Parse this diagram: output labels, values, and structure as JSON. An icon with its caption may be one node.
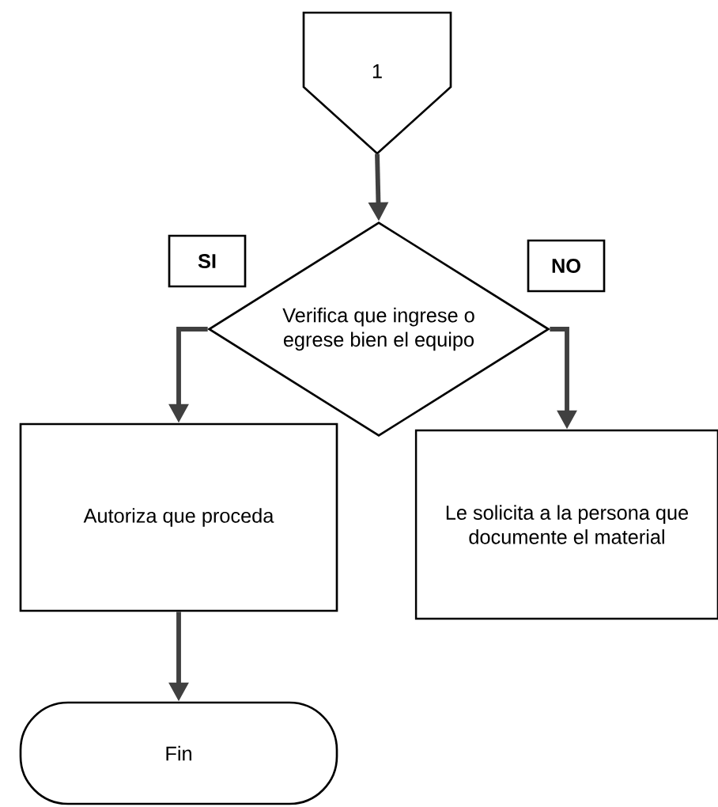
{
  "diagram": {
    "nodes": [
      {
        "text": [
          "1"
        ]
      },
      {
        "text": [
          "Verifica que ingrese o egrese bien el equipo"
        ]
      },
      {
        "text": [
          "Autoriza que proceda"
        ]
      },
      {
        "text": [
          "Le solicita a la persona que documente el material"
        ]
      },
      {
        "text": [
          "Fin"
        ]
      }
    ],
    "edges": [
      {
        "from": 0,
        "to": 1,
        "arrow": "to"
      },
      {
        "from": 1,
        "to": 2,
        "arrow": "to",
        "label": "SI"
      },
      {
        "from": 1,
        "to": 3,
        "arrow": "to",
        "label": "NO"
      },
      {
        "from": 2,
        "to": 4,
        "arrow": "to"
      }
    ]
  }
}
